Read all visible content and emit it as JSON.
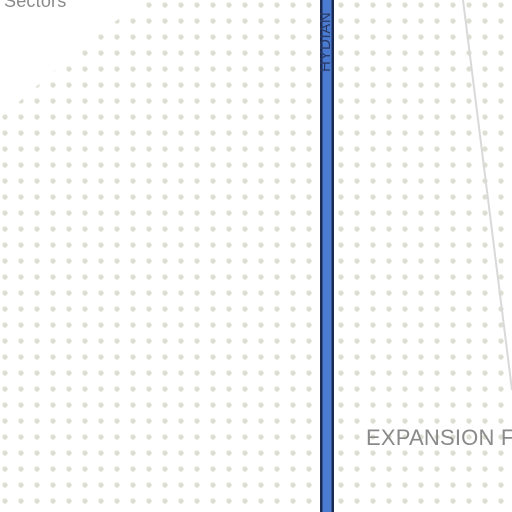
{
  "map": {
    "labels": {
      "sectors": "Sectors",
      "expansion": "EXPANSION F",
      "road": "HYDIAN"
    },
    "colors": {
      "background": "#ffffff",
      "dot_pattern": "#deded2",
      "road_fill": "#4a7bd0",
      "road_casing": "#1b2a52",
      "thin_road": "#d9d9d9",
      "label_text": "#8a8a8a",
      "road_label_text": "#2a3a66"
    }
  }
}
